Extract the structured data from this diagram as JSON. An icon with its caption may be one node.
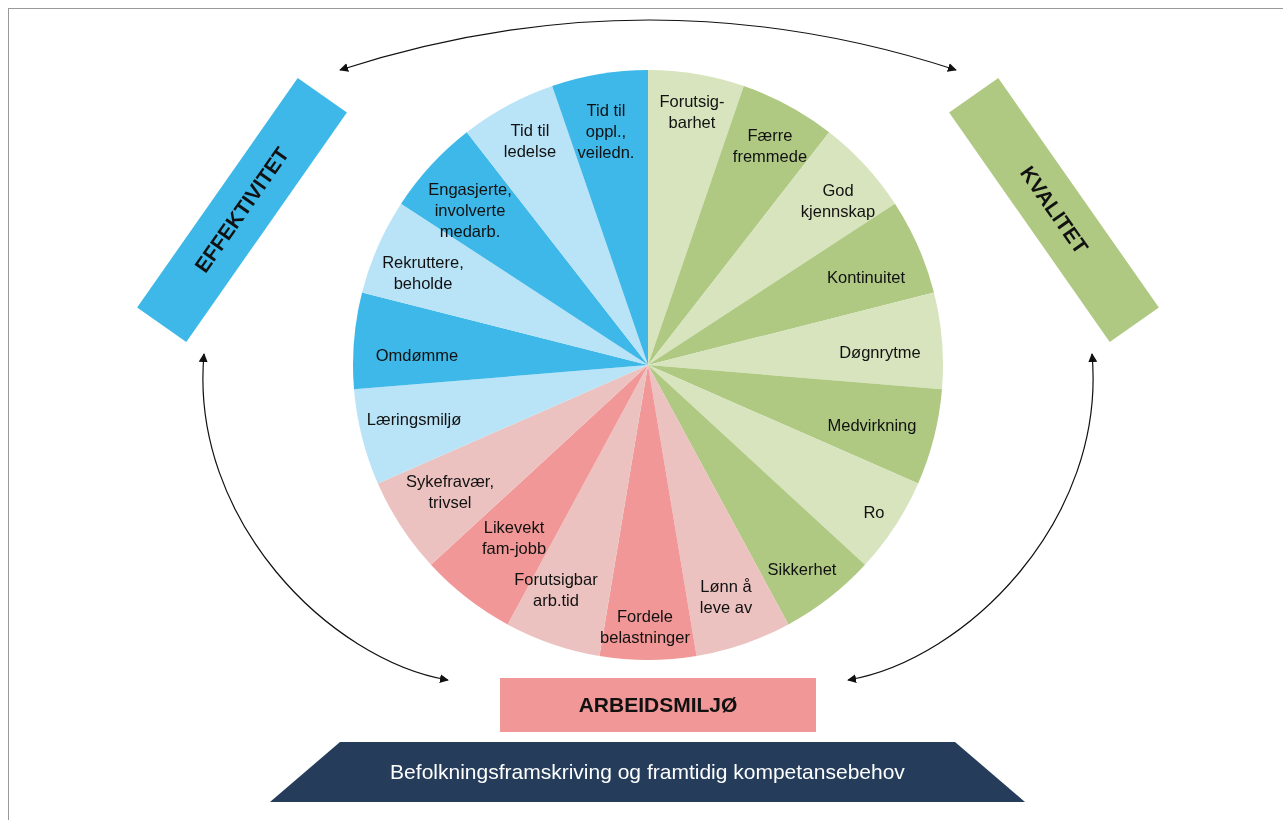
{
  "diagram": {
    "nodes": [
      {
        "text": [
          "EFFEKTIVITET"
        ]
      },
      {
        "text": [
          "KVALITET"
        ]
      },
      {
        "text": [
          "ARBEIDSMILJØ"
        ]
      },
      {
        "text": [
          "Befolkningsframskriving og framtidig kompetansebehov"
        ]
      },
      {
        "text": [
          "Forutsig-barhet"
        ]
      },
      {
        "text": [
          "Færre fremmede"
        ]
      },
      {
        "text": [
          "God kjennskap"
        ]
      },
      {
        "text": [
          "Kontinuitet"
        ]
      },
      {
        "text": [
          "Døgnrytme"
        ]
      },
      {
        "text": [
          "Medvirkning"
        ]
      },
      {
        "text": [
          "Ro"
        ]
      },
      {
        "text": [
          "Sikkerhet"
        ]
      },
      {
        "text": [
          "Lønn å leve av"
        ]
      },
      {
        "text": [
          "Fordele belastninger"
        ]
      },
      {
        "text": [
          "Forutsigbar arb.tid"
        ]
      },
      {
        "text": [
          "Likevekt fam-jobb"
        ]
      },
      {
        "text": [
          "Sykefravær, trivsel"
        ]
      },
      {
        "text": [
          "Læringsmiljø"
        ]
      },
      {
        "text": [
          "Omdømme"
        ]
      },
      {
        "text": [
          "Rekruttere, beholde"
        ]
      },
      {
        "text": [
          "Engasjerte, involverte medarb."
        ]
      },
      {
        "text": [
          "Tid til ledelse"
        ]
      },
      {
        "text": [
          "Tid til oppl., veiledn."
        ]
      }
    ],
    "edges": [
      {
        "from": 0,
        "to": 1,
        "arrow": "both"
      },
      {
        "from": 1,
        "to": 2,
        "arrow": "both"
      },
      {
        "from": 0,
        "to": 2,
        "arrow": "both"
      }
    ]
  }
}
